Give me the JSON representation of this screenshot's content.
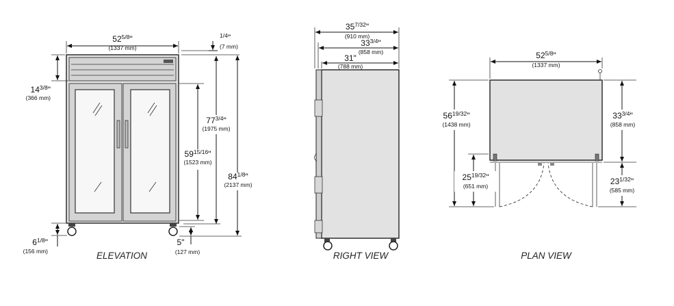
{
  "views": {
    "elevation": "ELEVATION",
    "right": "RIGHT VIEW",
    "plan": "PLAN VIEW"
  },
  "elevation": {
    "width": {
      "whole": "52",
      "frac": "5/8",
      "unit": "\"",
      "mm": "(1337 mm)"
    },
    "top_offset": {
      "whole": "",
      "frac": "1/4",
      "unit": "\"",
      "mm": "(7 mm)"
    },
    "header": {
      "whole": "14",
      "frac": "3/8",
      "unit": "\"",
      "mm": "(366 mm)"
    },
    "door_top": {
      "whole": "77",
      "frac": "3/4",
      "unit": "\"",
      "mm": "(1975 mm)"
    },
    "door": {
      "whole": "59",
      "frac": "15/16",
      "unit": "\"",
      "mm": "(1523 mm)"
    },
    "overall": {
      "whole": "84",
      "frac": "1/8",
      "unit": "\"",
      "mm": "(2137 mm)"
    },
    "legs": {
      "whole": "6",
      "frac": "1/8",
      "unit": "\"",
      "mm": "(156 mm)"
    },
    "bottom": {
      "whole": "5",
      "frac": "",
      "unit": "\"",
      "mm": "(127 mm)"
    }
  },
  "right": {
    "overall_depth": {
      "whole": "35",
      "frac": "7/32",
      "unit": "\"",
      "mm": "(910 mm)"
    },
    "mid_depth": {
      "whole": "33",
      "frac": "3/4",
      "unit": "\"",
      "mm": "(858 mm)"
    },
    "body_depth": {
      "whole": "31",
      "frac": "",
      "unit": "\"",
      "mm": "(788 mm)"
    }
  },
  "plan": {
    "width": {
      "whole": "52",
      "frac": "5/8",
      "unit": "\"",
      "mm": "(1337 mm)"
    },
    "total_depth": {
      "whole": "56",
      "frac": "19/32",
      "unit": "\"",
      "mm": "(1438 mm)"
    },
    "body_depth": {
      "whole": "33",
      "frac": "3/4",
      "unit": "\"",
      "mm": "(858 mm)"
    },
    "door_swing": {
      "whole": "25",
      "frac": "19/32",
      "unit": "\"",
      "mm": "(651 mm)"
    },
    "door_swing_r": {
      "whole": "23",
      "frac": "1/32",
      "unit": "\"",
      "mm": "(585 mm)"
    }
  }
}
